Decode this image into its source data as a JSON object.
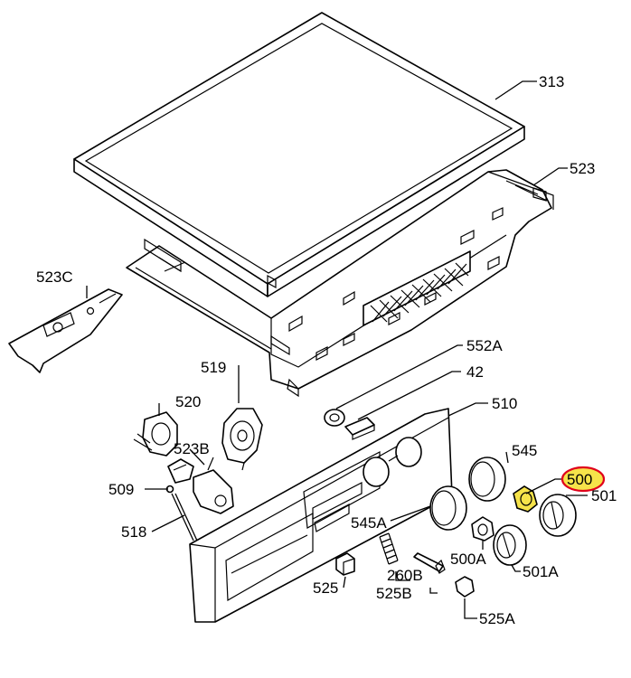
{
  "diagram": {
    "labels": {
      "l313": "313",
      "l523": "523",
      "l523c": "523C",
      "l552a": "552A",
      "l42": "42",
      "l519": "519",
      "l510": "510",
      "l520": "520",
      "l545": "545",
      "l523b": "523B",
      "l500": "500",
      "l501": "501",
      "l509": "509",
      "l518": "518",
      "l545a": "545A",
      "l500a": "500A",
      "l501a": "501A",
      "l525": "525",
      "l260b": "260B",
      "l525b": "525B",
      "l525a": "525A"
    },
    "highlight_fill": "#f6e34a",
    "highlight_ring": "#e0001b"
  }
}
